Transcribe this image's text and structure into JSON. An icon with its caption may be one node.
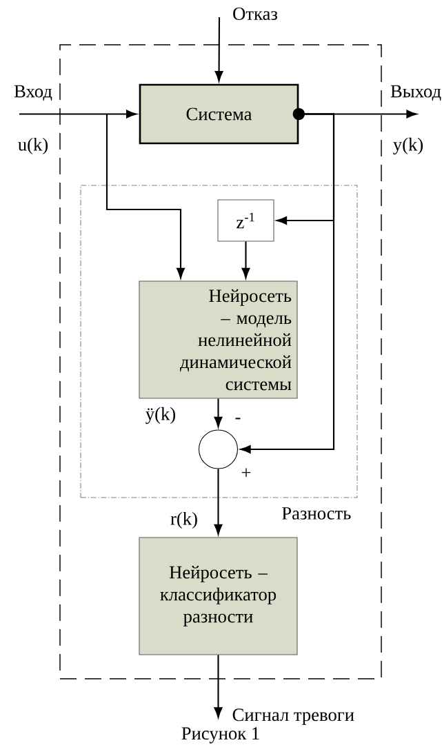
{
  "diagram": {
    "caption": "Рисунок 1",
    "nodes": [
      {
        "text": [],
        "shape": "box"
      },
      {
        "text": [
          "Система"
        ],
        "in": 0
      },
      {
        "text": [
          "Разность"
        ],
        "in": 0
      },
      {
        "text": [
          "z$^{-1}$"
        ],
        "in": 2
      },
      {
        "text": [
          "Нейросеть – модель нелинейной динамической системы"
        ],
        "in": 2
      },
      {
        "text": [],
        "shape": "circle",
        "in": 2
      },
      {
        "text": [
          "Нейросеть – классификатор разности"
        ],
        "in": 0
      }
    ],
    "edges": [
      {
        "from": null,
        "to": 1,
        "arrow": "to",
        "label": "Отказ"
      },
      {
        "from": null,
        "to": 1,
        "arrow": "to",
        "label": "Вход"
      },
      {
        "from": 1,
        "to": null,
        "arrow": "to",
        "label": "Выход"
      },
      {
        "from": null,
        "to": 4,
        "arrow": "to"
      },
      {
        "from": 1,
        "to": 3,
        "arrow": "to"
      },
      {
        "from": 1,
        "to": 5,
        "arrow": "to"
      },
      {
        "from": 3,
        "to": 4,
        "arrow": "to"
      },
      {
        "from": 4,
        "to": 5,
        "arrow": "to",
        "label": "ÿ(k)"
      },
      {
        "from": 5,
        "to": 6,
        "arrow": "to",
        "label": "r(k)"
      },
      {
        "from": 6,
        "to": null,
        "arrow": "to",
        "label": "Сигнал тревоги"
      }
    ],
    "labels": [
      "u(k)",
      "y(k)",
      "-",
      "+"
    ]
  }
}
